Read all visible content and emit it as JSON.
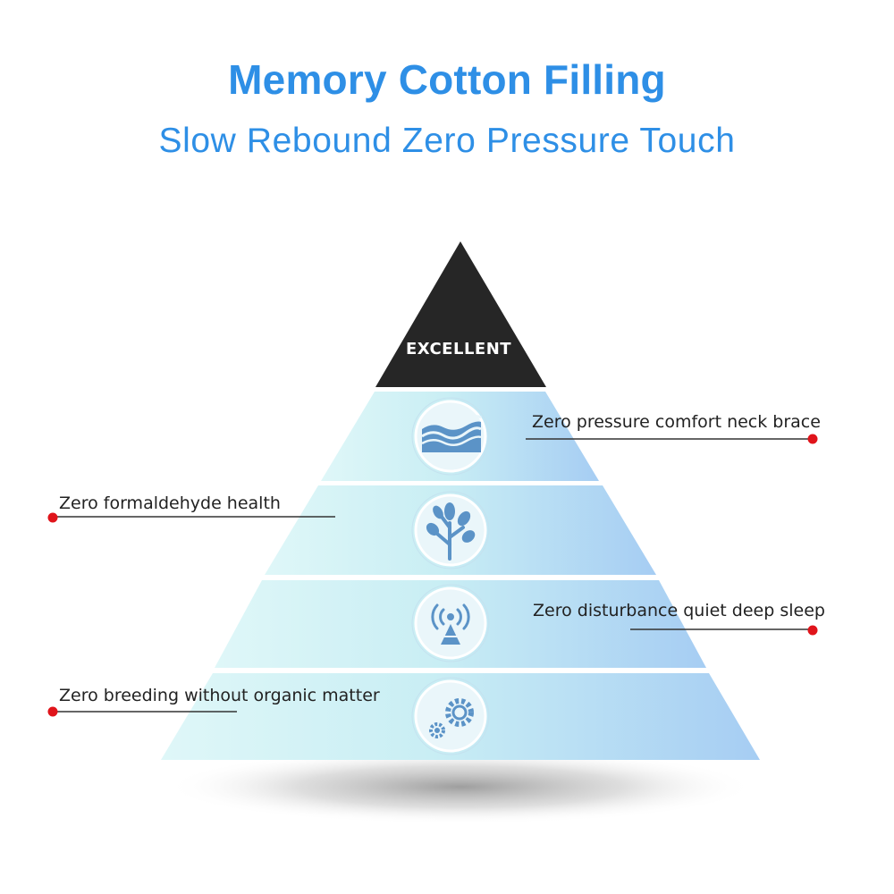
{
  "header": {
    "title": "Memory Cotton Filling",
    "subtitle": "Slow Rebound Zero Pressure Touch"
  },
  "pyramid": {
    "top_label": "EXCELLENT",
    "top_color": "#262626",
    "layers": [
      {
        "icon": "foam-layers-icon",
        "label": "Zero pressure comfort neck brace"
      },
      {
        "icon": "plant-icon",
        "label": "Zero formaldehyde health"
      },
      {
        "icon": "signal-antenna-icon",
        "label": "Zero disturbance quiet deep sleep"
      },
      {
        "icon": "gears-icon",
        "label": "Zero breeding without organic matter"
      }
    ]
  },
  "colors": {
    "title": "#2e8fe6",
    "layer_light": "#d6f3f7",
    "layer_dark": "#a9cff4",
    "icon": "#5b93c7",
    "dot": "#e0141b"
  }
}
